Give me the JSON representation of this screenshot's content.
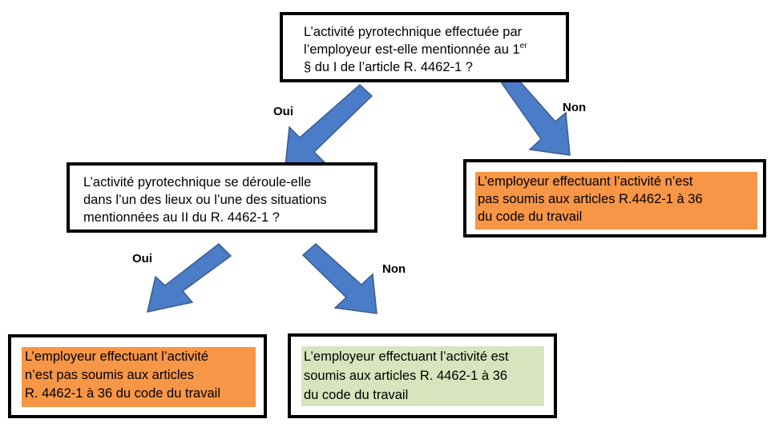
{
  "colors": {
    "arrow_fill": "#4a7cc7",
    "arrow_stroke": "#3a5d8e",
    "not_subject_fill": "#f79646",
    "subject_fill": "#d7e4bd",
    "border": "#000000"
  },
  "question1": {
    "line1": "L’activité pyrotechnique effectuée par",
    "line2_pre": "l’employeur est-elle mentionnée au 1",
    "line2_sup": "er",
    "line3": "§ du I de l’article R. 4462-1 ?"
  },
  "question2": {
    "line1": "L’activité pyrotechnique se déroule-elle",
    "line2": "dans l’un des lieux ou l’une des situations",
    "line3": "mentionnées au II du R. 4462-1 ?"
  },
  "branches": {
    "q1_yes": "Oui",
    "q1_no": "Non",
    "q2_yes": "Oui",
    "q2_no": "Non"
  },
  "result_q1_no": {
    "line1": "L’employeur effectuant l’activité n’est",
    "line2": "pas soumis aux articles R.4462-1 à 36",
    "line3": "du code du travail"
  },
  "result_q2_yes": {
    "line1": "L’employeur effectuant l’activité",
    "line2": "n’est pas soumis aux articles",
    "line3": "R. 4462-1 à 36 du code du travail"
  },
  "result_q2_no": {
    "line1": "L’employeur effectuant l’activité est",
    "line2": "soumis aux articles R. 4462-1 à 36",
    "line3": "du code du travail"
  }
}
